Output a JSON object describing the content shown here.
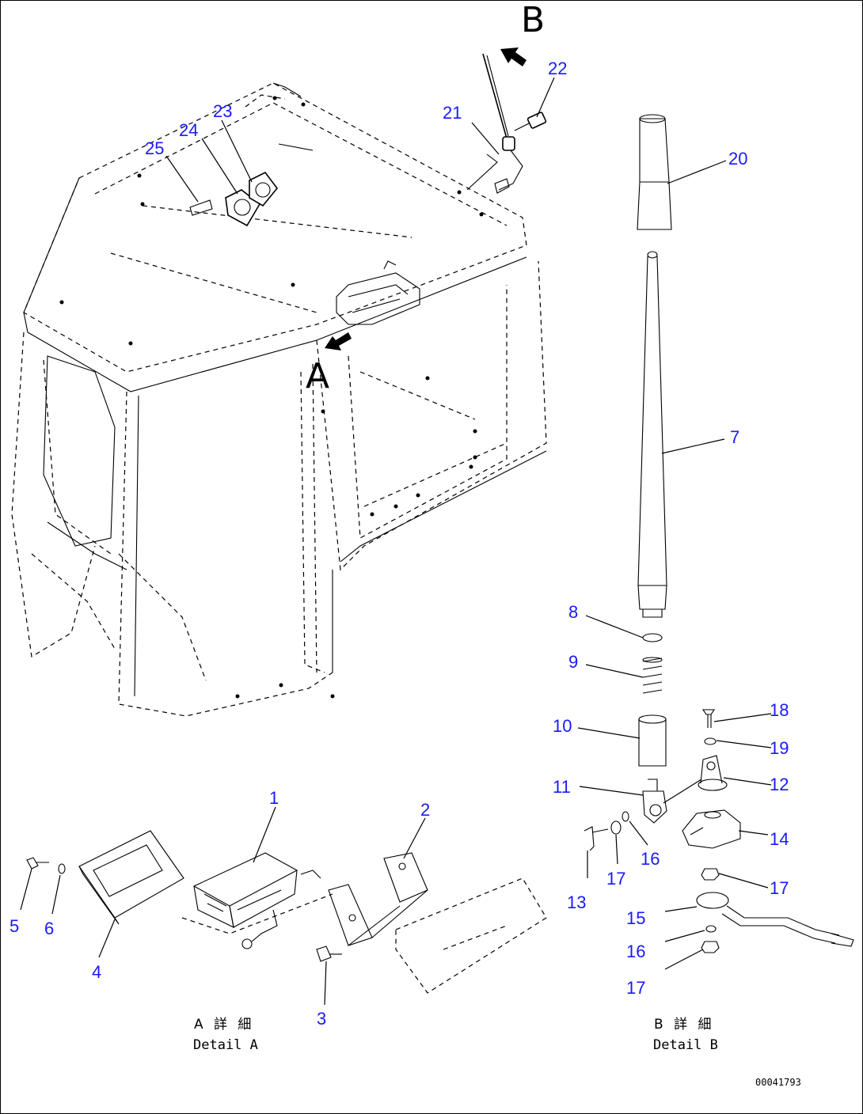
{
  "drawing": {
    "drawing_number": "00041793",
    "view_labels": {
      "a": "A",
      "b": "B"
    },
    "detail_a": {
      "label_jp": "A 詳 細",
      "label_en": "Detail A"
    },
    "detail_b": {
      "label_jp": "B 詳 細",
      "label_en": "Detail B"
    }
  },
  "callouts": [
    {
      "id": "c1",
      "text": "1"
    },
    {
      "id": "c2",
      "text": "2"
    },
    {
      "id": "c3",
      "text": "3"
    },
    {
      "id": "c4",
      "text": "4"
    },
    {
      "id": "c5",
      "text": "5"
    },
    {
      "id": "c6",
      "text": "6"
    },
    {
      "id": "c7",
      "text": "7"
    },
    {
      "id": "c8",
      "text": "8"
    },
    {
      "id": "c9",
      "text": "9"
    },
    {
      "id": "c10",
      "text": "10"
    },
    {
      "id": "c11",
      "text": "11"
    },
    {
      "id": "c12",
      "text": "12"
    },
    {
      "id": "c13",
      "text": "13"
    },
    {
      "id": "c14",
      "text": "14"
    },
    {
      "id": "c15",
      "text": "15"
    },
    {
      "id": "c16a",
      "text": "16"
    },
    {
      "id": "c16b",
      "text": "16"
    },
    {
      "id": "c17a",
      "text": "17"
    },
    {
      "id": "c17b",
      "text": "17"
    },
    {
      "id": "c17c",
      "text": "17"
    },
    {
      "id": "c18",
      "text": "18"
    },
    {
      "id": "c19",
      "text": "19"
    },
    {
      "id": "c20",
      "text": "20"
    },
    {
      "id": "c21",
      "text": "21"
    },
    {
      "id": "c22",
      "text": "22"
    },
    {
      "id": "c23",
      "text": "23"
    },
    {
      "id": "c24",
      "text": "24"
    },
    {
      "id": "c25",
      "text": "25"
    }
  ],
  "colors": {
    "callout": "#1a1aff",
    "line": "#000000",
    "background": "#ffffff"
  }
}
